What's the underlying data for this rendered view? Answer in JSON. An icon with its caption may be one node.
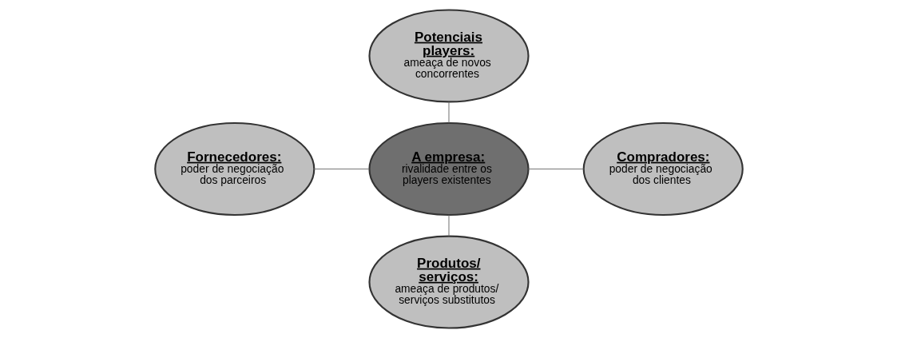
{
  "diagram": {
    "nodes": [
      {
        "text": [
          "Potenciais players:",
          "ameaça de novos concorrentes"
        ]
      },
      {
        "text": [
          "Fornecedores:",
          "poder de negociação dos parceiros"
        ]
      },
      {
        "text": [
          "A empresa:",
          "rivalidade entre os players existentes"
        ]
      },
      {
        "text": [
          "Compradores:",
          "poder de negociação dos clientes"
        ]
      },
      {
        "text": [
          "Produtos/ serviços:",
          "ameaça de produtos/ serviços substitutos"
        ]
      }
    ],
    "edges": [
      {
        "from": 0,
        "to": 2,
        "arrow": "none"
      },
      {
        "from": 1,
        "to": 2,
        "arrow": "none"
      },
      {
        "from": 2,
        "to": 3,
        "arrow": "none"
      },
      {
        "from": 2,
        "to": 4,
        "arrow": "none"
      }
    ]
  }
}
